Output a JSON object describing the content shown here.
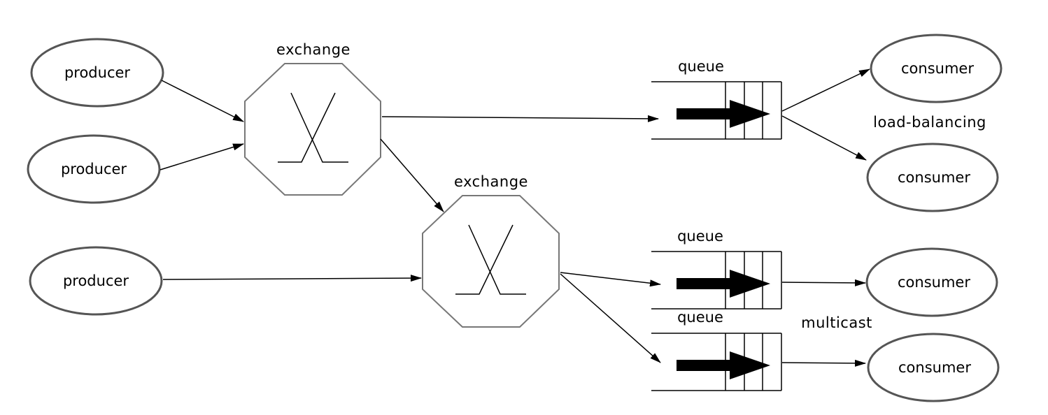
{
  "nodes": {
    "producers": [
      "producer",
      "producer",
      "producer"
    ],
    "exchanges": [
      "exchange",
      "exchange"
    ],
    "queues": [
      "queue",
      "queue",
      "queue"
    ],
    "consumers": [
      "consumer",
      "consumer",
      "consumer",
      "consumer"
    ]
  },
  "annotations": {
    "load_balancing": "load-balancing",
    "multicast": "multicast"
  },
  "colors": {
    "stroke": "#000000",
    "exchange_stroke": "#777777",
    "background": "#ffffff"
  }
}
